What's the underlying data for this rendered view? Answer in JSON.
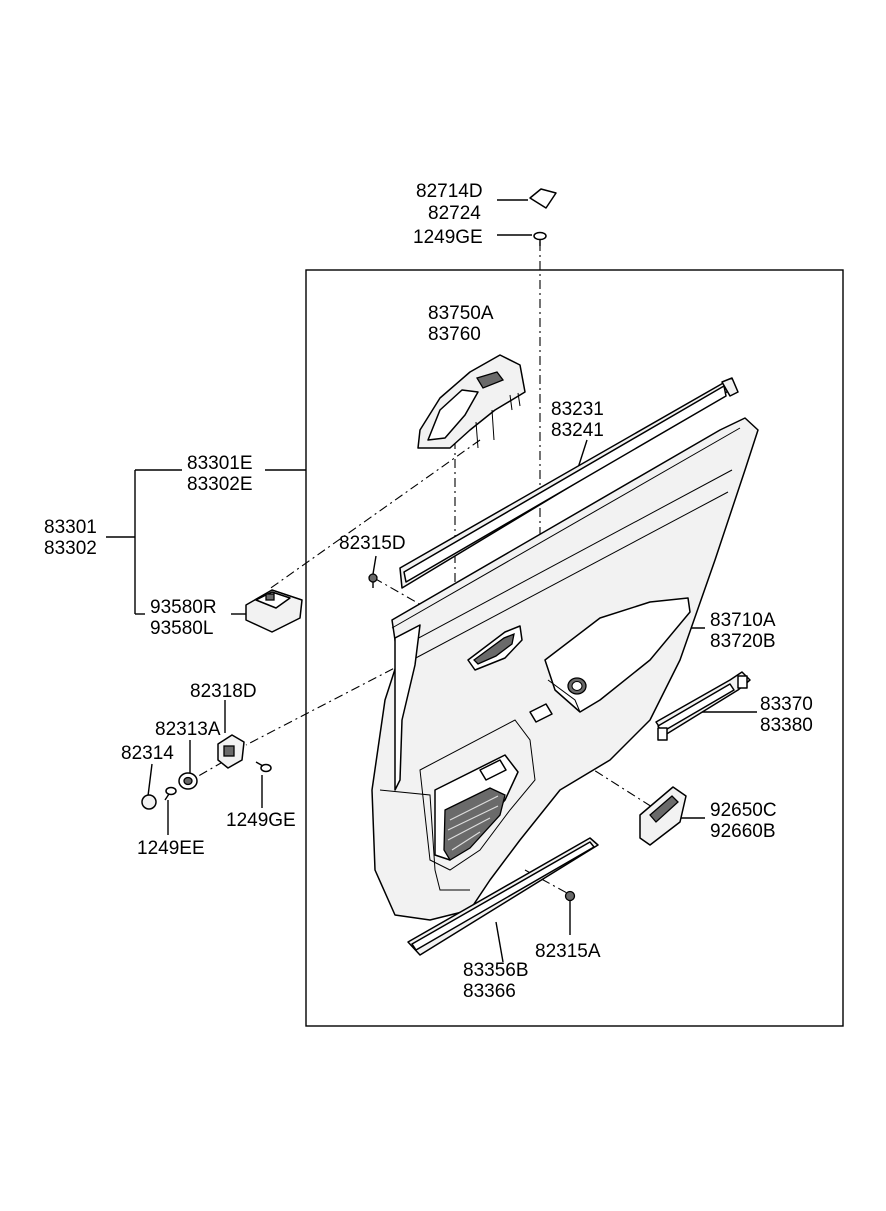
{
  "labels": {
    "l_82714D": "82714D",
    "l_82724": "82724",
    "l_1249GE_top": "1249GE",
    "l_83750A": "83750A",
    "l_83760": "83760",
    "l_83231": "83231",
    "l_83241": "83241",
    "l_83301E": "83301E",
    "l_83302E": "83302E",
    "l_83301": "83301",
    "l_83302": "83302",
    "l_82315D": "82315D",
    "l_93580R": "93580R",
    "l_93580L": "93580L",
    "l_83710A": "83710A",
    "l_83720B": "83720B",
    "l_82318D": "82318D",
    "l_82313A": "82313A",
    "l_82314": "82314",
    "l_83370": "83370",
    "l_83380": "83380",
    "l_1249GE_mid": "1249GE",
    "l_92650C": "92650C",
    "l_92660B": "92660B",
    "l_1249EE": "1249EE",
    "l_82315A": "82315A",
    "l_83356B": "83356B",
    "l_83366": "83366"
  }
}
